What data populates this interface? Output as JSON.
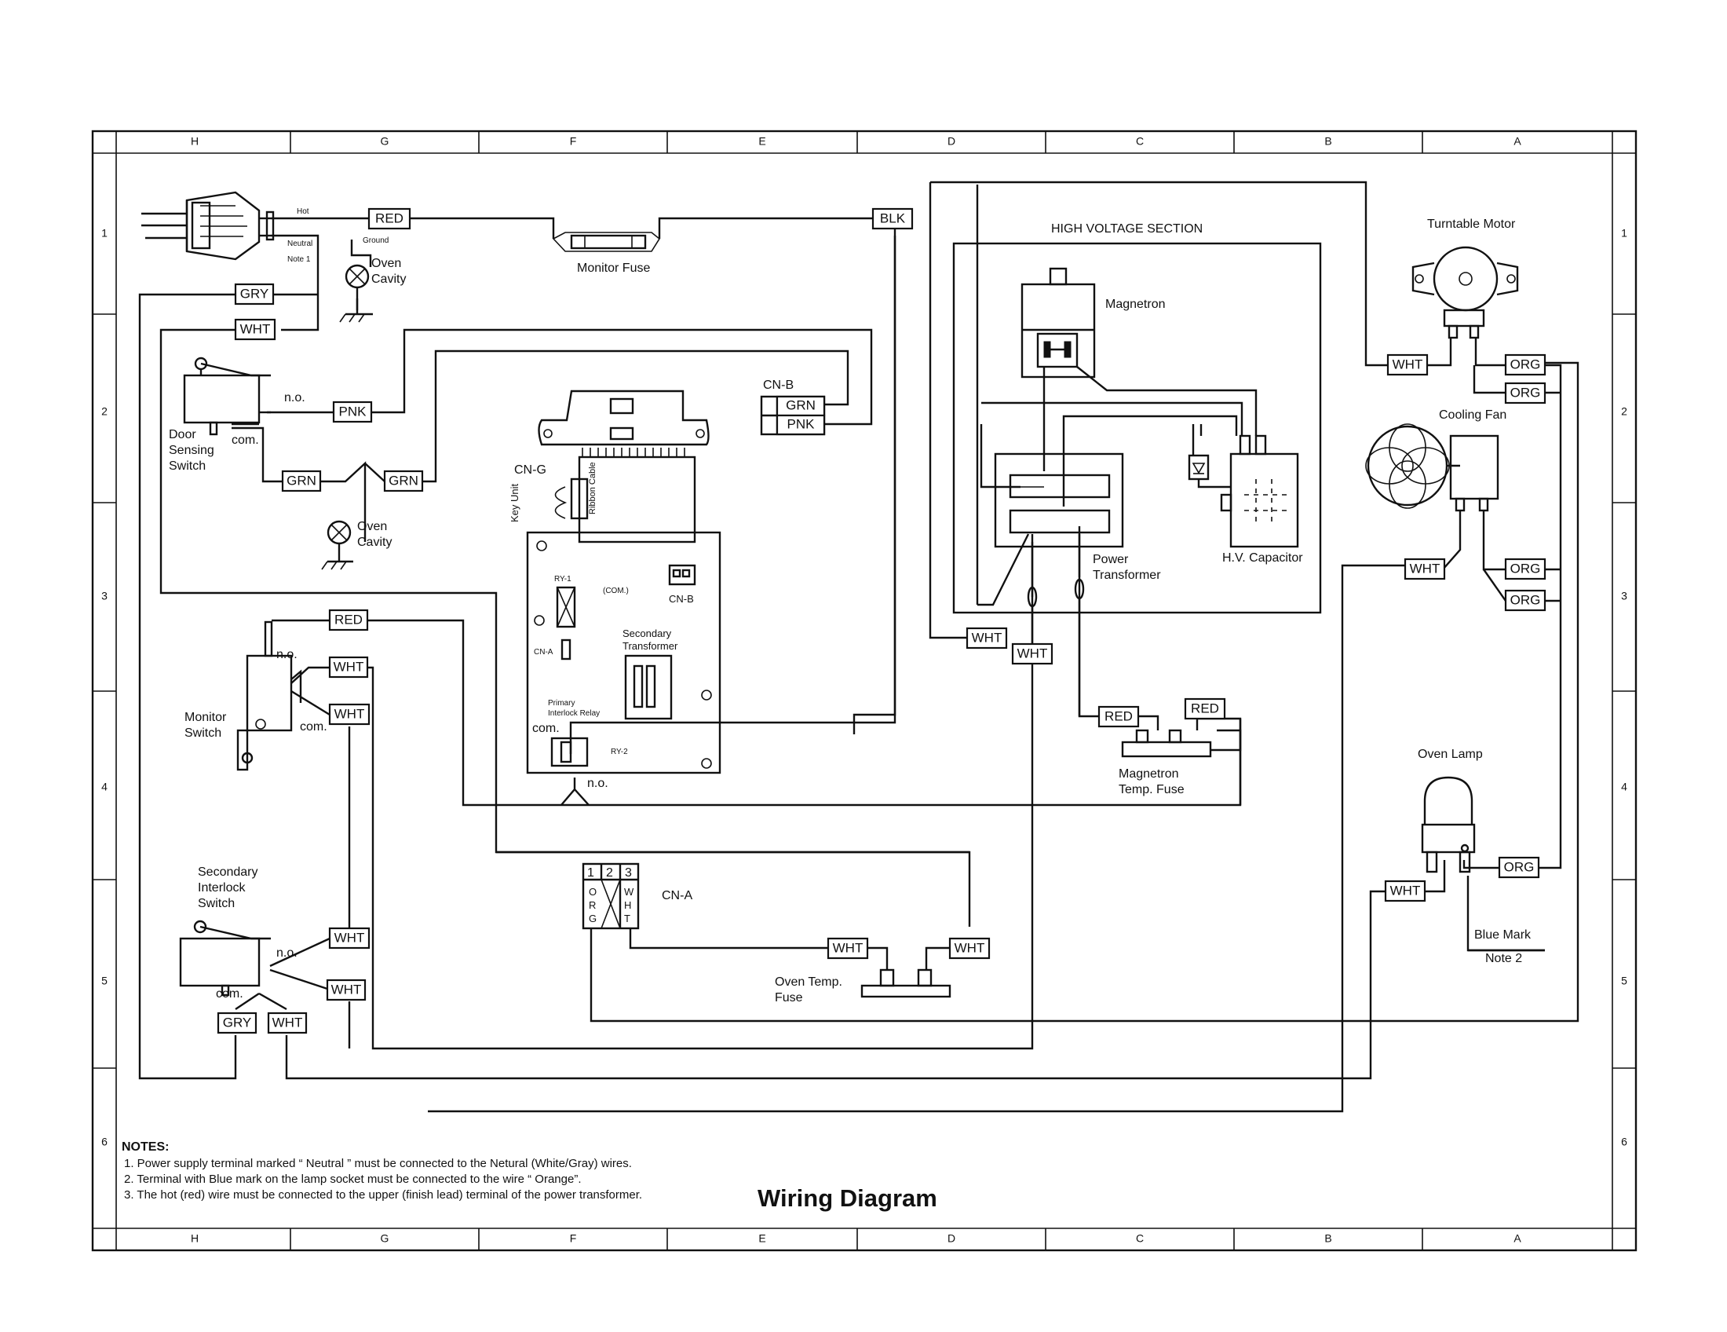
{
  "diagram": {
    "title": "Wiring Diagram",
    "high_voltage_section": "HIGH VOLTAGE SECTION",
    "grid_cols": [
      "H",
      "G",
      "F",
      "E",
      "D",
      "C",
      "B",
      "A"
    ],
    "grid_rows": [
      "1",
      "2",
      "3",
      "4",
      "5",
      "6"
    ],
    "labels": {
      "hot": "Hot",
      "neutral": "Neutral",
      "note1": "Note 1",
      "ground": "Ground",
      "oven_cavity": [
        "Oven",
        "Cavity"
      ],
      "monitor_fuse": "Monitor Fuse",
      "door_sensing_switch": [
        "Door",
        "Sensing",
        "Switch"
      ],
      "no": "n.o.",
      "com": "com.",
      "cn_b": "CN-B",
      "cn_g": "CN-G",
      "key_unit": "Key Unit",
      "ribbon_cable": "Ribbon Cable",
      "ry1": "RY-1",
      "ry2": "RY-2",
      "com_paren": "(COM.)",
      "cn_b_board": "CN-B",
      "cn_a_board": "CN-A",
      "secondary_transformer": [
        "Secondary",
        "Transformer"
      ],
      "primary_interlock_relay": [
        "Primary",
        "Interlock  Relay"
      ],
      "monitor_switch": [
        "Monitor",
        "Switch"
      ],
      "secondary_interlock_switch": [
        "Secondary",
        "Interlock",
        "Switch"
      ],
      "cn_a": "CN-A",
      "cn_a_pins": [
        "1",
        "2",
        "3"
      ],
      "cn_a_org": [
        "O",
        "R",
        "G"
      ],
      "cn_a_wht": [
        "W",
        "H",
        "T"
      ],
      "oven_temp_fuse": [
        "Oven Temp.",
        "Fuse"
      ],
      "magnetron": "Magnetron",
      "power_transformer": [
        "Power",
        "Transformer"
      ],
      "hv_capacitor": "H.V. Capacitor",
      "magnetron_temp_fuse": [
        "Magnetron",
        "Temp. Fuse"
      ],
      "turntable_motor": "Turntable Motor",
      "cooling_fan": "Cooling Fan",
      "oven_lamp": "Oven Lamp",
      "blue_mark": "Blue Mark",
      "note2": "Note 2"
    },
    "wires": {
      "red_plug": "RED",
      "blk": "BLK",
      "gry_top": "GRY",
      "wht_top": "WHT",
      "pnk_door": "PNK",
      "grn_left": "GRN",
      "grn_right": "GRN",
      "cnb_grn": "GRN",
      "cnb_pnk": "PNK",
      "red_monitor": "RED",
      "wht_monitor_1": "WHT",
      "wht_monitor_2": "WHT",
      "wht_sec_1": "WHT",
      "wht_sec_2": "WHT",
      "gry_sec": "GRY",
      "wht_sec_3": "WHT",
      "wht_cna": "WHT",
      "wht_otf": "WHT",
      "wht_hv_1": "WHT",
      "wht_hv_2": "WHT",
      "red_mtf_1": "RED",
      "red_mtf_2": "RED",
      "wht_tt": "WHT",
      "org_tt_1": "ORG",
      "org_tt_2": "ORG",
      "wht_fan": "WHT",
      "org_fan_1": "ORG",
      "org_fan_2": "ORG",
      "wht_lamp": "WHT",
      "org_lamp": "ORG"
    },
    "notes": {
      "heading": "NOTES:",
      "items": [
        "1.  Power supply terminal marked “ Neutral ” must be connected to the Netural (White/Gray) wires.",
        "2.  Terminal with Blue mark on the lamp socket must be connected to the wire “ Orange”.",
        "3.  The hot (red) wire must be connected to the upper (finish lead) terminal of the power transformer."
      ]
    }
  }
}
